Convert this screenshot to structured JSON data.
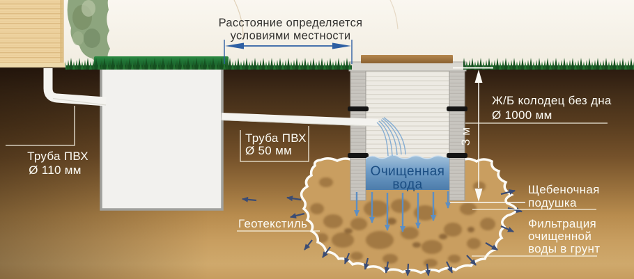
{
  "annotation": {
    "distance_note": {
      "line1": "Расстояние определяется",
      "line2": "условиями местности"
    },
    "pipe_110": {
      "line1": "Труба ПВХ",
      "line2": "Ø 110 мм"
    },
    "pipe_50": {
      "line1": "Труба ПВХ",
      "line2": "Ø 50 мм"
    },
    "concrete_well": {
      "line1": "Ж/Б колодец без дна",
      "line2": "Ø 1000 мм"
    },
    "depth": "3 м",
    "clean_water": {
      "line1": "Очищенная",
      "line2": "вода"
    },
    "gravel_cushion": {
      "line1": "Щебеночная",
      "line2": "подушка"
    },
    "geotextile": "Геотекстиль",
    "filtration": {
      "line1": "Фильтрация",
      "line2": "очищенной",
      "line3": "воды в грунт"
    }
  },
  "colors": {
    "dimension_blue": "#2e5fa3",
    "label_white": "#fcfbf4",
    "water_text_blue": "#1a4d82",
    "water_blue": "#5d8ec2",
    "flow_arrow_navy": "#3b4c74",
    "grass_green": "#1c5e26",
    "tank_lid_green": "#1f6f30",
    "soil_brown": "#74512a",
    "gravel_tan": "#c99e60",
    "well_concrete_gray": "#c8c5bf",
    "wood_wall_tan": "#eed3a0"
  }
}
